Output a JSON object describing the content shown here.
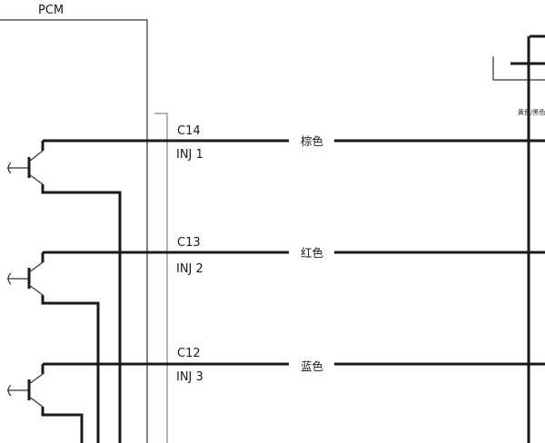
{
  "module": {
    "label": "PCM"
  },
  "circuits": [
    {
      "pin": "C14",
      "signal": "INJ 1",
      "wire_color": "棕色"
    },
    {
      "pin": "C13",
      "signal": "INJ 2",
      "wire_color": "红色"
    },
    {
      "pin": "C12",
      "signal": "INJ 3",
      "wire_color": "蓝色"
    }
  ],
  "right_feed": {
    "wire_color": "黄色/黑色"
  }
}
